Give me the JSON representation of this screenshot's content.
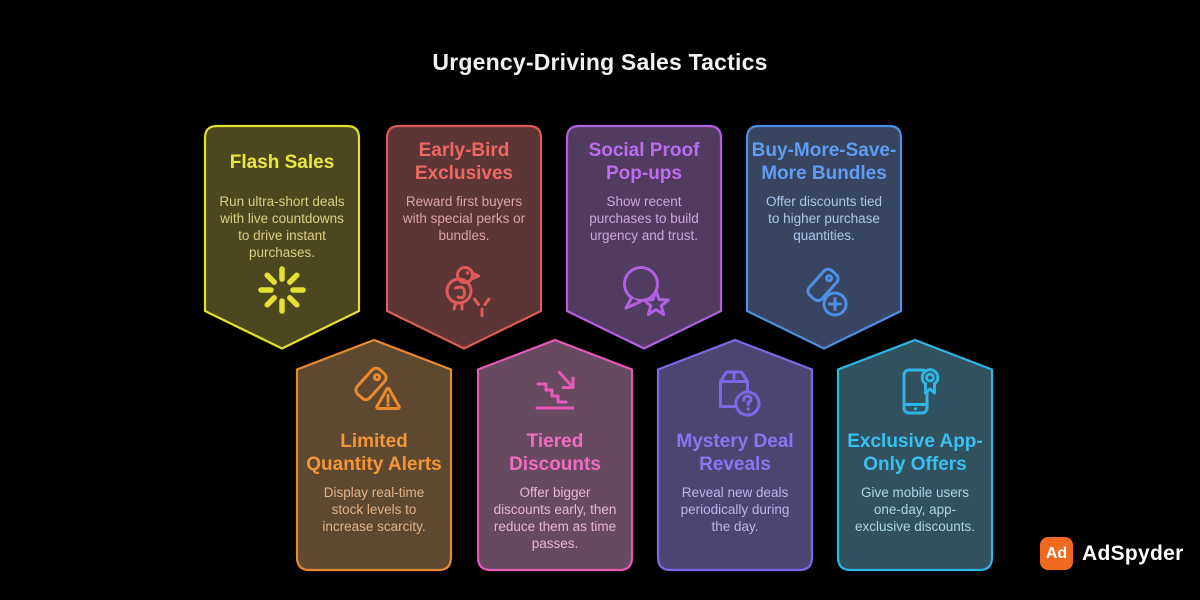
{
  "page": {
    "title": "Urgency-Driving Sales Tactics",
    "title_color": "#f2f2f2",
    "background": "#000000"
  },
  "brand": {
    "name": "AdSpyder",
    "icon_text": "Ad",
    "icon_bg": "#f1691e",
    "icon_text_color": "#ffffff",
    "text_color": "#ffffff"
  },
  "cards": [
    {
      "title": "Flash Sales",
      "description": "Run ultra-short deals\nwith live countdowns\nto drive instant\npurchases.",
      "icon": "spinner-burst-icon",
      "colors": {
        "border": "#e4df33",
        "fill": "#4b4820",
        "title": "#ece73e",
        "text": "#d9cf85"
      }
    },
    {
      "title": "Early-Bird\nExclusives",
      "description": "Reward first buyers\nwith special perks or\nbundles.",
      "icon": "bird-icon",
      "colors": {
        "border": "#e05b57",
        "fill": "#5b3635",
        "title": "#ef6761",
        "text": "#dda59f"
      }
    },
    {
      "title": "Social Proof\nPop-ups",
      "description": "Show recent\npurchases to build\nurgency and trust.",
      "icon": "chat-star-icon",
      "colors": {
        "border": "#b160e0",
        "fill": "#523b61",
        "title": "#bd6cee",
        "text": "#c9a8de"
      }
    },
    {
      "title": "Buy-More-Save-\nMore Bundles",
      "description": "Offer discounts tied\nto higher purchase\nquantities.",
      "icon": "tag-plus-icon",
      "colors": {
        "border": "#4e8fe6",
        "fill": "#374560",
        "title": "#5f9cf2",
        "text": "#aec6e9"
      }
    },
    {
      "title": "Limited\nQuantity Alerts",
      "description": "Display real-time\nstock levels to\nincrease scarcity.",
      "icon": "tag-alert-icon",
      "colors": {
        "border": "#e88a2d",
        "fill": "#5e4830",
        "title": "#f29636",
        "text": "#e2b289"
      }
    },
    {
      "title": "Tiered\nDiscounts",
      "description": "Offer bigger\ndiscounts early, then\nreduce them as time\npasses.",
      "icon": "stairs-arrow-icon",
      "colors": {
        "border": "#e659b8",
        "fill": "#684a60",
        "title": "#f06cc4",
        "text": "#e9b5d8"
      }
    },
    {
      "title": "Mystery Deal\nReveals",
      "description": "Reveal new deals\nperiodically during\nthe day.",
      "icon": "box-question-icon",
      "colors": {
        "border": "#7d67e5",
        "fill": "#4b4671",
        "title": "#8a74f0",
        "text": "#beb3ea"
      }
    },
    {
      "title": "Exclusive App-\nOnly Offers",
      "description": "Give mobile users\none-day, app-\nexclusive discounts.",
      "icon": "phone-award-icon",
      "colors": {
        "border": "#2eb6e6",
        "fill": "#32515e",
        "title": "#3ac0f0",
        "text": "#abd6ea"
      }
    }
  ]
}
